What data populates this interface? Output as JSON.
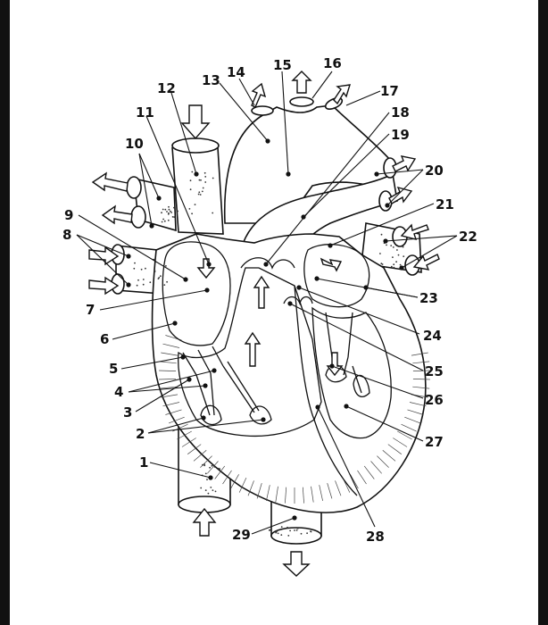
{
  "colors": {
    "border": "#111111",
    "background": "#ffffff",
    "ink": "#111111"
  },
  "labels": [
    "1",
    "2",
    "3",
    "4",
    "5",
    "6",
    "7",
    "8",
    "9",
    "10",
    "11",
    "12",
    "13",
    "14",
    "15",
    "16",
    "17",
    "18",
    "19",
    "20",
    "21",
    "22",
    "23",
    "24",
    "25",
    "26",
    "27",
    "28",
    "29"
  ]
}
